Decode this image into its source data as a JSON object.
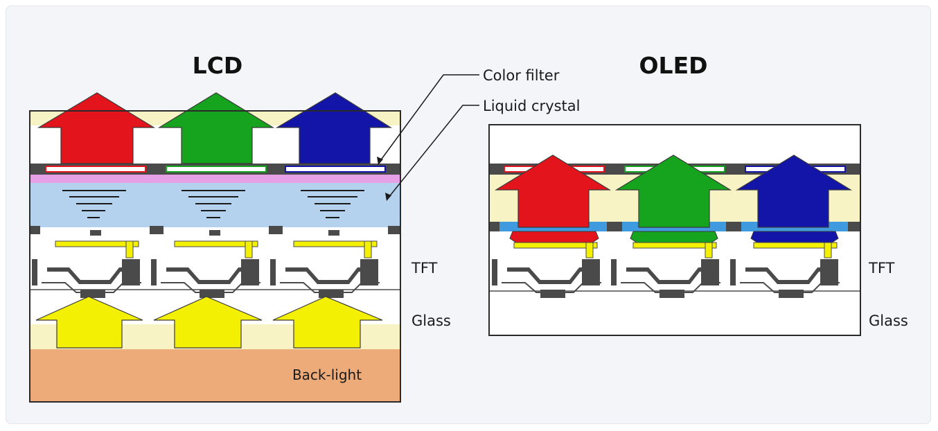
{
  "titles": {
    "lcd": "LCD",
    "oled": "OLED"
  },
  "labels": {
    "color_filter": "Color filter",
    "liquid_crystal": "Liquid crystal",
    "lcd_tft": "TFT",
    "lcd_glass": "Glass",
    "backlight": "Back-light",
    "oled_tft": "TFT",
    "oled_glass": "Glass"
  },
  "colors": {
    "red": "#e3141c",
    "green": "#16a31d",
    "blue": "#1315a8",
    "yellow": "#f4f003",
    "cream": "#f8f3c4",
    "pink": "#e6a0e6",
    "lc_blue": "#b4d2ee",
    "backlight": "#ecab78",
    "dark_gray": "#4a4a4a",
    "oled_blue_strip": "#3f9ae0"
  }
}
